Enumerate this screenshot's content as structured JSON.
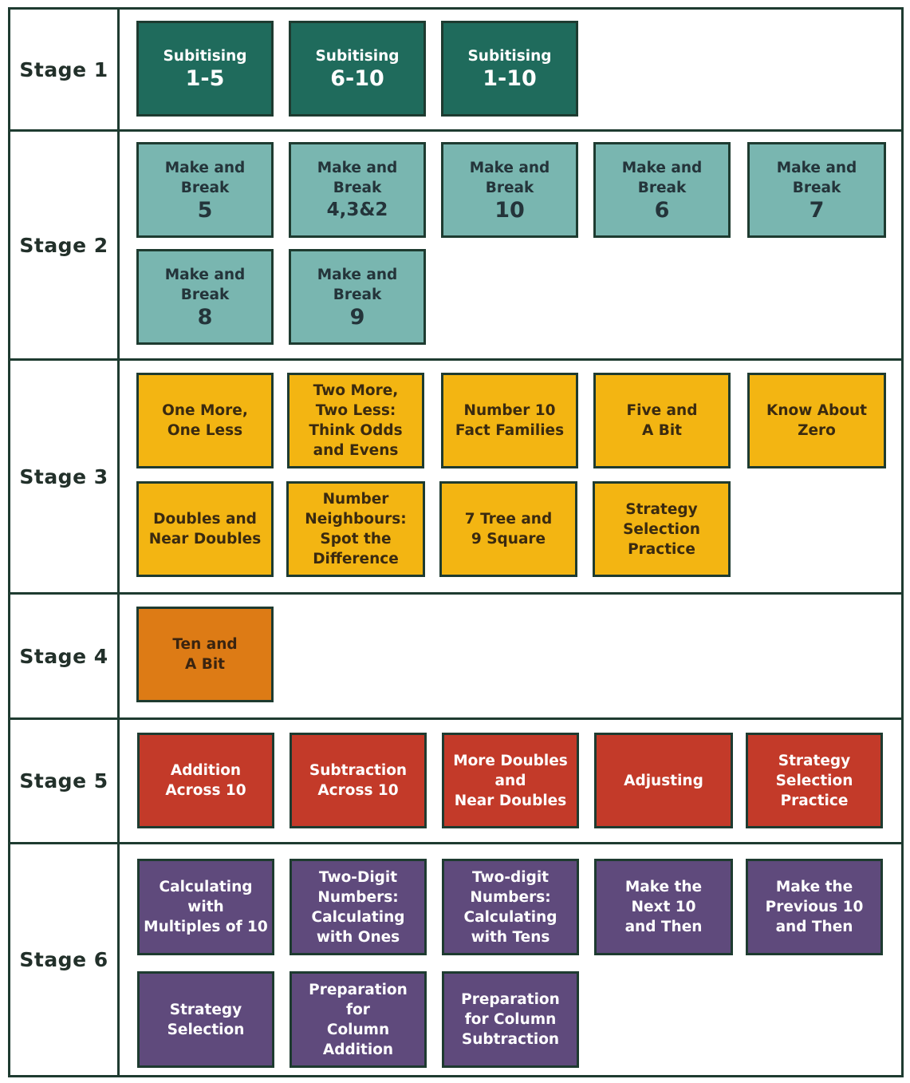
{
  "colors": {
    "border": "#1e3b30",
    "stage_1": "#1f6b5c",
    "stage_2": "#79b6b0",
    "stage_3": "#f3b512",
    "stage_4": "#dd7b15",
    "stage_5": "#c33a29",
    "stage_6": "#5f4a7c"
  },
  "stages": [
    {
      "label": "Stage 1",
      "tiles": [
        {
          "title": "Subitising",
          "number": "1-5"
        },
        {
          "title": "Subitising",
          "number": "6-10"
        },
        {
          "title": "Subitising",
          "number": "1-10"
        }
      ]
    },
    {
      "label": "Stage 2",
      "tiles": [
        {
          "title": "Make and\nBreak",
          "number": "5"
        },
        {
          "title": "Make and\nBreak",
          "number": "4,3&2"
        },
        {
          "title": "Make and\nBreak",
          "number": "10"
        },
        {
          "title": "Make and\nBreak",
          "number": "6"
        },
        {
          "title": "Make and\nBreak",
          "number": "7"
        },
        {
          "title": "Make and\nBreak",
          "number": "8"
        },
        {
          "title": "Make and\nBreak",
          "number": "9"
        }
      ]
    },
    {
      "label": "Stage 3",
      "tiles": [
        {
          "title": "One More,\nOne Less"
        },
        {
          "title": "Two More,\nTwo Less:\nThink Odds\nand Evens"
        },
        {
          "title": "Number 10\nFact Families"
        },
        {
          "title": "Five and\nA Bit"
        },
        {
          "title": "Know About\nZero"
        },
        {
          "title": "Doubles and\nNear Doubles"
        },
        {
          "title": "Number\nNeighbours:\nSpot the\nDifference"
        },
        {
          "title": "7 Tree and\n9 Square"
        },
        {
          "title": "Strategy\nSelection\nPractice"
        }
      ]
    },
    {
      "label": "Stage 4",
      "tiles": [
        {
          "title": "Ten and\nA Bit"
        }
      ]
    },
    {
      "label": "Stage 5",
      "tiles": [
        {
          "title": "Addition\nAcross 10"
        },
        {
          "title": "Subtraction\nAcross 10"
        },
        {
          "title": "More Doubles\nand\nNear Doubles"
        },
        {
          "title": "Adjusting"
        },
        {
          "title": "Strategy\nSelection\nPractice"
        }
      ]
    },
    {
      "label": "Stage 6",
      "tiles": [
        {
          "title": "Calculating with\nMultiples of 10"
        },
        {
          "title": "Two-Digit\nNumbers:\nCalculating\nwith Ones"
        },
        {
          "title": "Two-digit\nNumbers:\nCalculating\nwith Tens"
        },
        {
          "title": "Make the\nNext 10\nand Then"
        },
        {
          "title": "Make the\nPrevious 10\nand Then"
        },
        {
          "title": "Strategy\nSelection"
        },
        {
          "title": "Preparation for\nColumn\nAddition"
        },
        {
          "title": "Preparation\nfor Column\nSubtraction"
        }
      ]
    }
  ]
}
